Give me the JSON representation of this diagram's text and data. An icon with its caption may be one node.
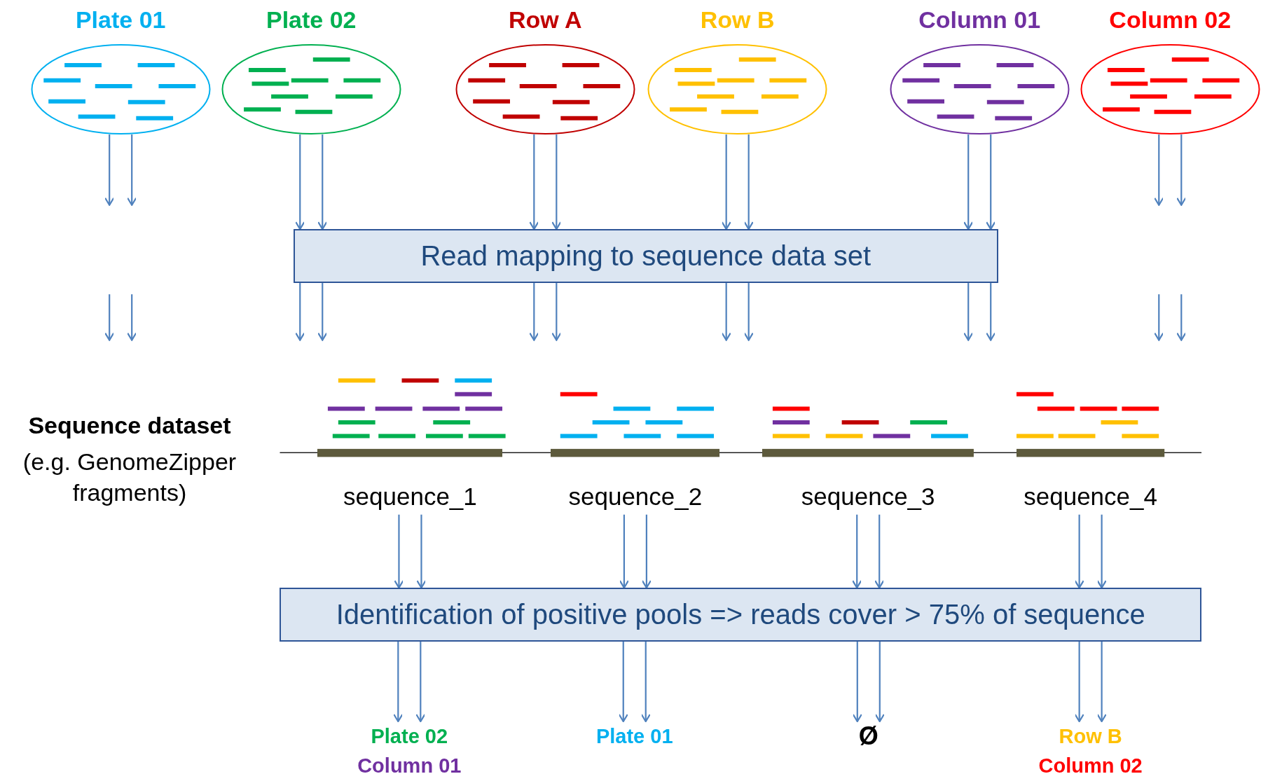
{
  "diagram": {
    "nodes": [
      {
        "text": [
          "Plate 01"
        ]
      },
      {
        "text": [
          "Plate 02"
        ]
      },
      {
        "text": [
          "Row A"
        ]
      },
      {
        "text": [
          "Row B"
        ]
      },
      {
        "text": [
          "Column 01"
        ]
      },
      {
        "text": [
          "Column 02"
        ]
      },
      {
        "text": [
          "Read mapping to sequence data set"
        ]
      },
      {
        "text": [
          "sequence_1"
        ]
      },
      {
        "text": [
          "sequence_2"
        ]
      },
      {
        "text": [
          "sequence_3"
        ]
      },
      {
        "text": [
          "sequence_4"
        ]
      },
      {
        "text": [
          "Identification of positive pools => reads cover > 75% of sequence"
        ]
      },
      {
        "text": [
          "Plate 02",
          "Column 01"
        ]
      },
      {
        "text": [
          "Plate 01"
        ]
      },
      {
        "text": [
          "Ø"
        ]
      },
      {
        "text": [
          "Row B",
          "Column 02"
        ]
      }
    ],
    "edges": [
      {
        "from": 0,
        "to": null,
        "arrow": "to"
      },
      {
        "from": 0,
        "to": null,
        "arrow": "to"
      },
      {
        "from": 1,
        "to": 6,
        "arrow": "to"
      },
      {
        "from": 1,
        "to": 6,
        "arrow": "to"
      },
      {
        "from": 2,
        "to": 6,
        "arrow": "to"
      },
      {
        "from": 2,
        "to": 6,
        "arrow": "to"
      },
      {
        "from": 3,
        "to": 6,
        "arrow": "to"
      },
      {
        "from": 3,
        "to": 6,
        "arrow": "to"
      },
      {
        "from": 4,
        "to": 6,
        "arrow": "to"
      },
      {
        "from": 4,
        "to": 6,
        "arrow": "to"
      },
      {
        "from": 5,
        "to": null,
        "arrow": "to"
      },
      {
        "from": 5,
        "to": null,
        "arrow": "to"
      },
      {
        "from": 6,
        "to": null,
        "arrow": "to"
      },
      {
        "from": 6,
        "to": null,
        "arrow": "to"
      },
      {
        "from": 6,
        "to": null,
        "arrow": "to"
      },
      {
        "from": 6,
        "to": null,
        "arrow": "to"
      },
      {
        "from": 6,
        "to": null,
        "arrow": "to"
      },
      {
        "from": 6,
        "to": null,
        "arrow": "to"
      },
      {
        "from": 6,
        "to": null,
        "arrow": "to"
      },
      {
        "from": 6,
        "to": null,
        "arrow": "to"
      },
      {
        "from": 7,
        "to": 11,
        "arrow": "to"
      },
      {
        "from": 7,
        "to": 11,
        "arrow": "to"
      },
      {
        "from": 8,
        "to": 11,
        "arrow": "to"
      },
      {
        "from": 8,
        "to": 11,
        "arrow": "to"
      },
      {
        "from": 9,
        "to": 11,
        "arrow": "to"
      },
      {
        "from": 9,
        "to": 11,
        "arrow": "to"
      },
      {
        "from": 10,
        "to": 11,
        "arrow": "to"
      },
      {
        "from": 10,
        "to": 11,
        "arrow": "to"
      },
      {
        "from": 11,
        "to": 12,
        "arrow": "to"
      },
      {
        "from": 11,
        "to": 12,
        "arrow": "to"
      },
      {
        "from": 11,
        "to": 13,
        "arrow": "to"
      },
      {
        "from": 11,
        "to": 13,
        "arrow": "to"
      },
      {
        "from": 11,
        "to": 14,
        "arrow": "to"
      },
      {
        "from": 11,
        "to": 14,
        "arrow": "to"
      },
      {
        "from": 11,
        "to": 15,
        "arrow": "to"
      },
      {
        "from": 11,
        "to": 15,
        "arrow": "to"
      }
    ],
    "labels": [
      "Sequence dataset",
      "(e.g. GenomeZipper fragments)"
    ]
  }
}
